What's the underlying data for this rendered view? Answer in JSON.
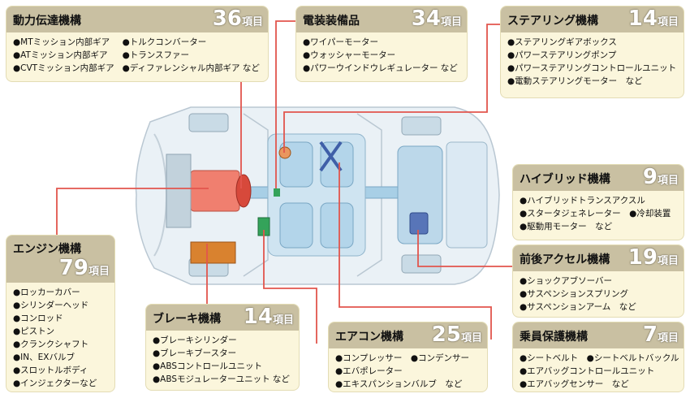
{
  "boxes": {
    "drivetrain": {
      "title": "動力伝達機構",
      "count": "36",
      "unit": "項目",
      "items_left": [
        "●MTミッション内部ギア",
        "●ATミッション内部ギア",
        "●CVTミッション内部ギア"
      ],
      "items_right": [
        "●トルクコンバーター",
        "●トランスファー",
        "●ディファレンシャル内部ギア など"
      ]
    },
    "electrical": {
      "title": "電装装備品",
      "count": "34",
      "unit": "項目",
      "items": [
        "●ワイパーモーター",
        "●ウォッシャーモーター",
        "●パワーウインドウレギュレーター など"
      ]
    },
    "steering": {
      "title": "ステアリング機構",
      "count": "14",
      "unit": "項目",
      "items": [
        "●ステアリングギアボックス",
        "●パワーステアリングポンプ",
        "●パワーステアリングコントロールユニット",
        "●電動ステアリングモーター　など"
      ]
    },
    "hybrid": {
      "title": "ハイブリッド機構",
      "count": "9",
      "unit": "項目",
      "items": [
        "●ハイブリッドトランスアクスル",
        "●スタータジェネレーター　●冷却装置",
        "●駆動用モーター　など"
      ]
    },
    "axle": {
      "title": "前後アクセル機構",
      "count": "19",
      "unit": "項目",
      "items": [
        "●ショックアブソーバー",
        "●サスペンションスプリング",
        "●サスペンションアーム　など"
      ]
    },
    "engine": {
      "title": "エンジン機構",
      "count": "79",
      "unit": "項目",
      "items": [
        "●ロッカーカバー",
        "●シリンダーヘッド",
        "●コンロッド",
        "●ピストン",
        "●クランクシャフト",
        "●IN、EXバルブ",
        "●スロットルボディ",
        "●インジェクターなど"
      ]
    },
    "brake": {
      "title": "ブレーキ機構",
      "count": "14",
      "unit": "項目",
      "items": [
        "●ブレーキシリンダー",
        "●ブレーキブースター",
        "●ABSコントロールユニット",
        "●ABSモジュレーターユニット など"
      ]
    },
    "aircon": {
      "title": "エアコン機構",
      "count": "25",
      "unit": "項目",
      "items": [
        "●コンプレッサー　●コンデンサー",
        "●エバポレーター",
        "●エキスパンションバルブ　など"
      ]
    },
    "safety": {
      "title": "乗員保護機構",
      "count": "7",
      "unit": "項目",
      "items": [
        "●シートベルト　●シートベルトバックル",
        "●エアバッグコントロールユニット",
        "●エアバッグセンサー　など"
      ]
    }
  },
  "colors": {
    "box_bg": "#fbf6dc",
    "header_bg": "#c9c0a2",
    "leader_line": "#e2554d",
    "car_body": "#b9d8ec"
  }
}
